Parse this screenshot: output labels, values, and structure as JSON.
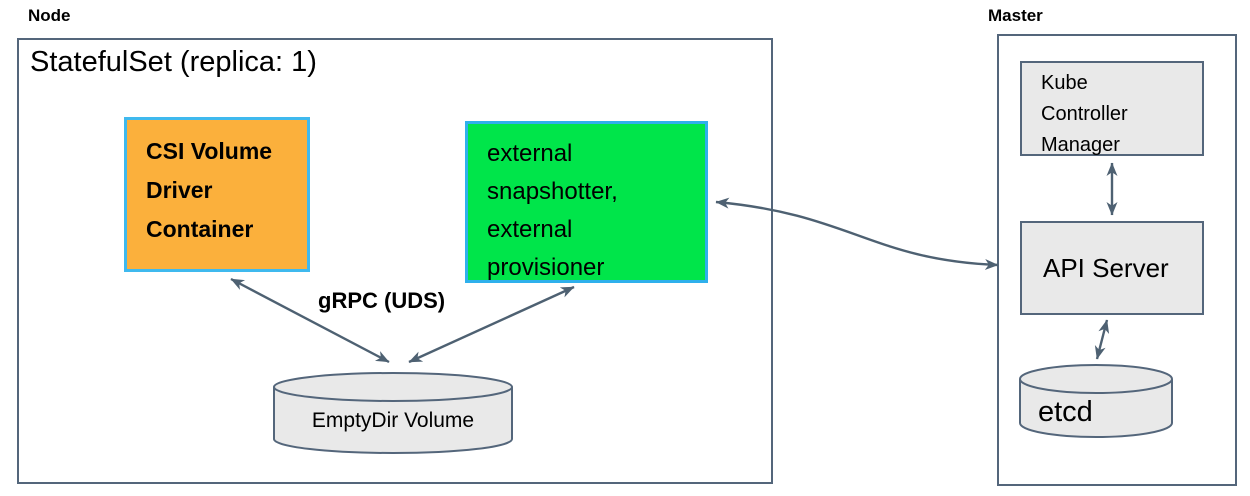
{
  "diagram": {
    "node": {
      "label": "Node",
      "statefulset_title": "StatefulSet (replica: 1)",
      "csi_container": {
        "lines": [
          "CSI Volume",
          "Driver",
          "Container"
        ],
        "fill": "#FBB03C",
        "border": "#3FB9EE"
      },
      "sidecar_container": {
        "lines": [
          "external",
          "snapshotter,",
          "external",
          "provisioner"
        ],
        "fill": "#00E54A",
        "border": "#2FB0EC"
      },
      "grpc_label": "gRPC (UDS)",
      "emptydir_volume": {
        "label": "EmptyDir Volume"
      }
    },
    "master": {
      "label": "Master",
      "kube_controller_manager": {
        "lines": [
          "Kube",
          "Controller",
          "Manager"
        ]
      },
      "api_server": {
        "label": "API Server"
      },
      "etcd": {
        "label": "etcd"
      }
    },
    "colors": {
      "arrow": "#4E6172",
      "box_border": "#54667B",
      "gray_fill": "#E9E9E9",
      "csi_fill": "#FBB03C",
      "sidecar_fill": "#00E54A",
      "highlight_border": "#2FB0EC"
    }
  }
}
